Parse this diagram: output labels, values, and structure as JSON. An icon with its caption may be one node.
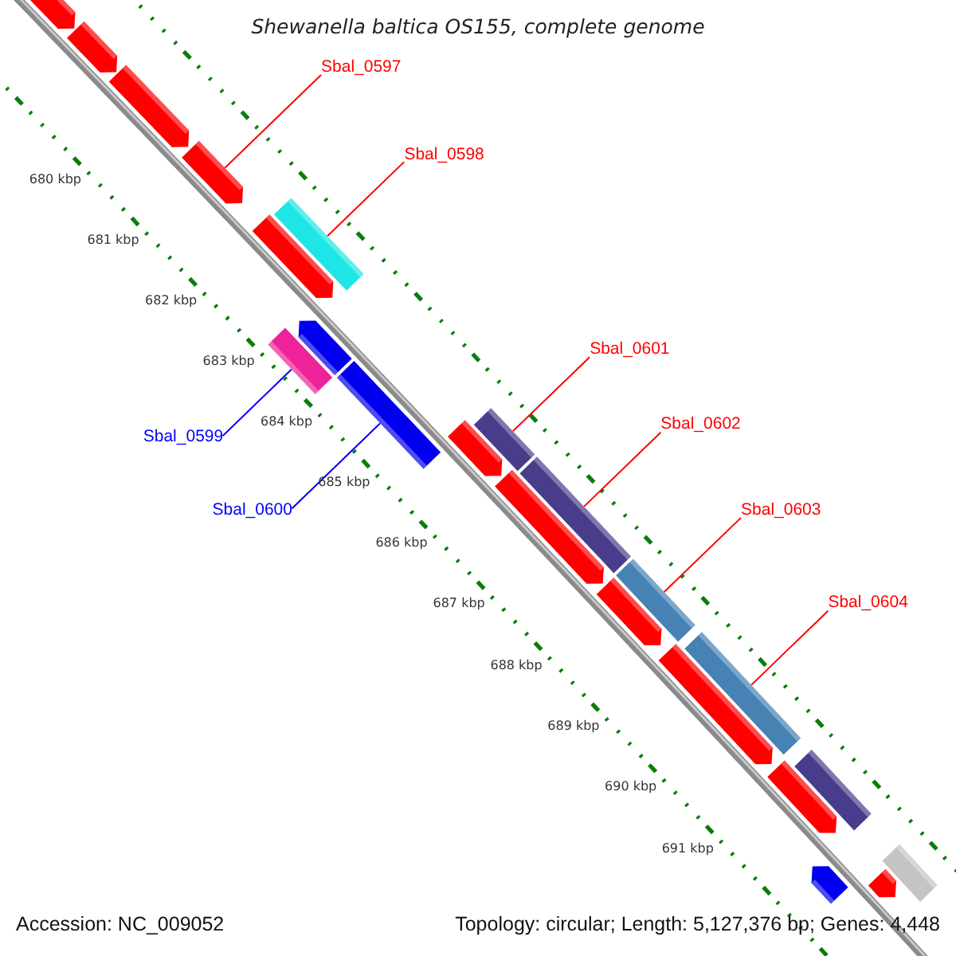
{
  "diagram": {
    "title": "Shewanella baltica OS155, complete genome",
    "nodes": [
      {
        "text": [
          "Sbal_0597"
        ]
      },
      {
        "text": [
          "Sbal_0598"
        ]
      },
      {
        "text": [
          "Sbal_0599"
        ]
      },
      {
        "text": [
          "Sbal_0600"
        ]
      },
      {
        "text": [
          "Sbal_0601"
        ]
      },
      {
        "text": [
          "Sbal_0602"
        ]
      },
      {
        "text": [
          "Sbal_0603"
        ]
      },
      {
        "text": [
          "Sbal_0604"
        ]
      },
      {
        "text": [],
        "shape": "bar"
      },
      {
        "text": [],
        "shape": "bar"
      },
      {
        "text": [],
        "shape": "bar"
      },
      {
        "text": [],
        "shape": "bar"
      },
      {
        "text": [],
        "shape": "bar"
      },
      {
        "text": [],
        "shape": "bar"
      },
      {
        "text": [],
        "shape": "bar"
      },
      {
        "text": [],
        "shape": "bar"
      },
      {
        "text": [],
        "shape": "bar"
      },
      {
        "text": [],
        "shape": "bar"
      },
      {
        "text": [],
        "shape": "bar"
      },
      {
        "text": [],
        "shape": "bar"
      },
      {
        "text": [],
        "shape": "bar"
      },
      {
        "text": [],
        "shape": "bar"
      },
      {
        "text": [],
        "shape": "bar"
      },
      {
        "text": [],
        "shape": "bar"
      },
      {
        "text": [],
        "shape": "bar"
      },
      {
        "text": [],
        "shape": "bar"
      },
      {
        "text": [],
        "shape": "bar"
      },
      {
        "text": [],
        "shape": "bar"
      },
      {
        "text": [],
        "shape": "bar"
      },
      {
        "text": [],
        "shape": "bar"
      }
    ],
    "edges": [
      {
        "from": 0,
        "to": 11,
        "arrow": "none"
      },
      {
        "from": 1,
        "to": 13,
        "arrow": "none"
      },
      {
        "from": 2,
        "to": 14,
        "arrow": "none",
        "color": "#0000ff"
      },
      {
        "from": 3,
        "to": 16,
        "arrow": "none",
        "color": "#0000ff"
      },
      {
        "from": 4,
        "to": 18,
        "arrow": "none"
      },
      {
        "from": 5,
        "to": 20,
        "arrow": "none"
      },
      {
        "from": 6,
        "to": 22,
        "arrow": "none"
      },
      {
        "from": 7,
        "to": 24,
        "arrow": "none"
      }
    ],
    "labels": [
      "680 kbp",
      "681 kbp",
      "682 kbp",
      "683 kbp",
      "684 kbp",
      "685 kbp",
      "686 kbp",
      "687 kbp",
      "688 kbp",
      "689 kbp",
      "690 kbp",
      "691 kbp",
      "Accession: NC_009052",
      "Topology: circular; Length: 5,127,376 bp; Genes: 4,448"
    ]
  }
}
